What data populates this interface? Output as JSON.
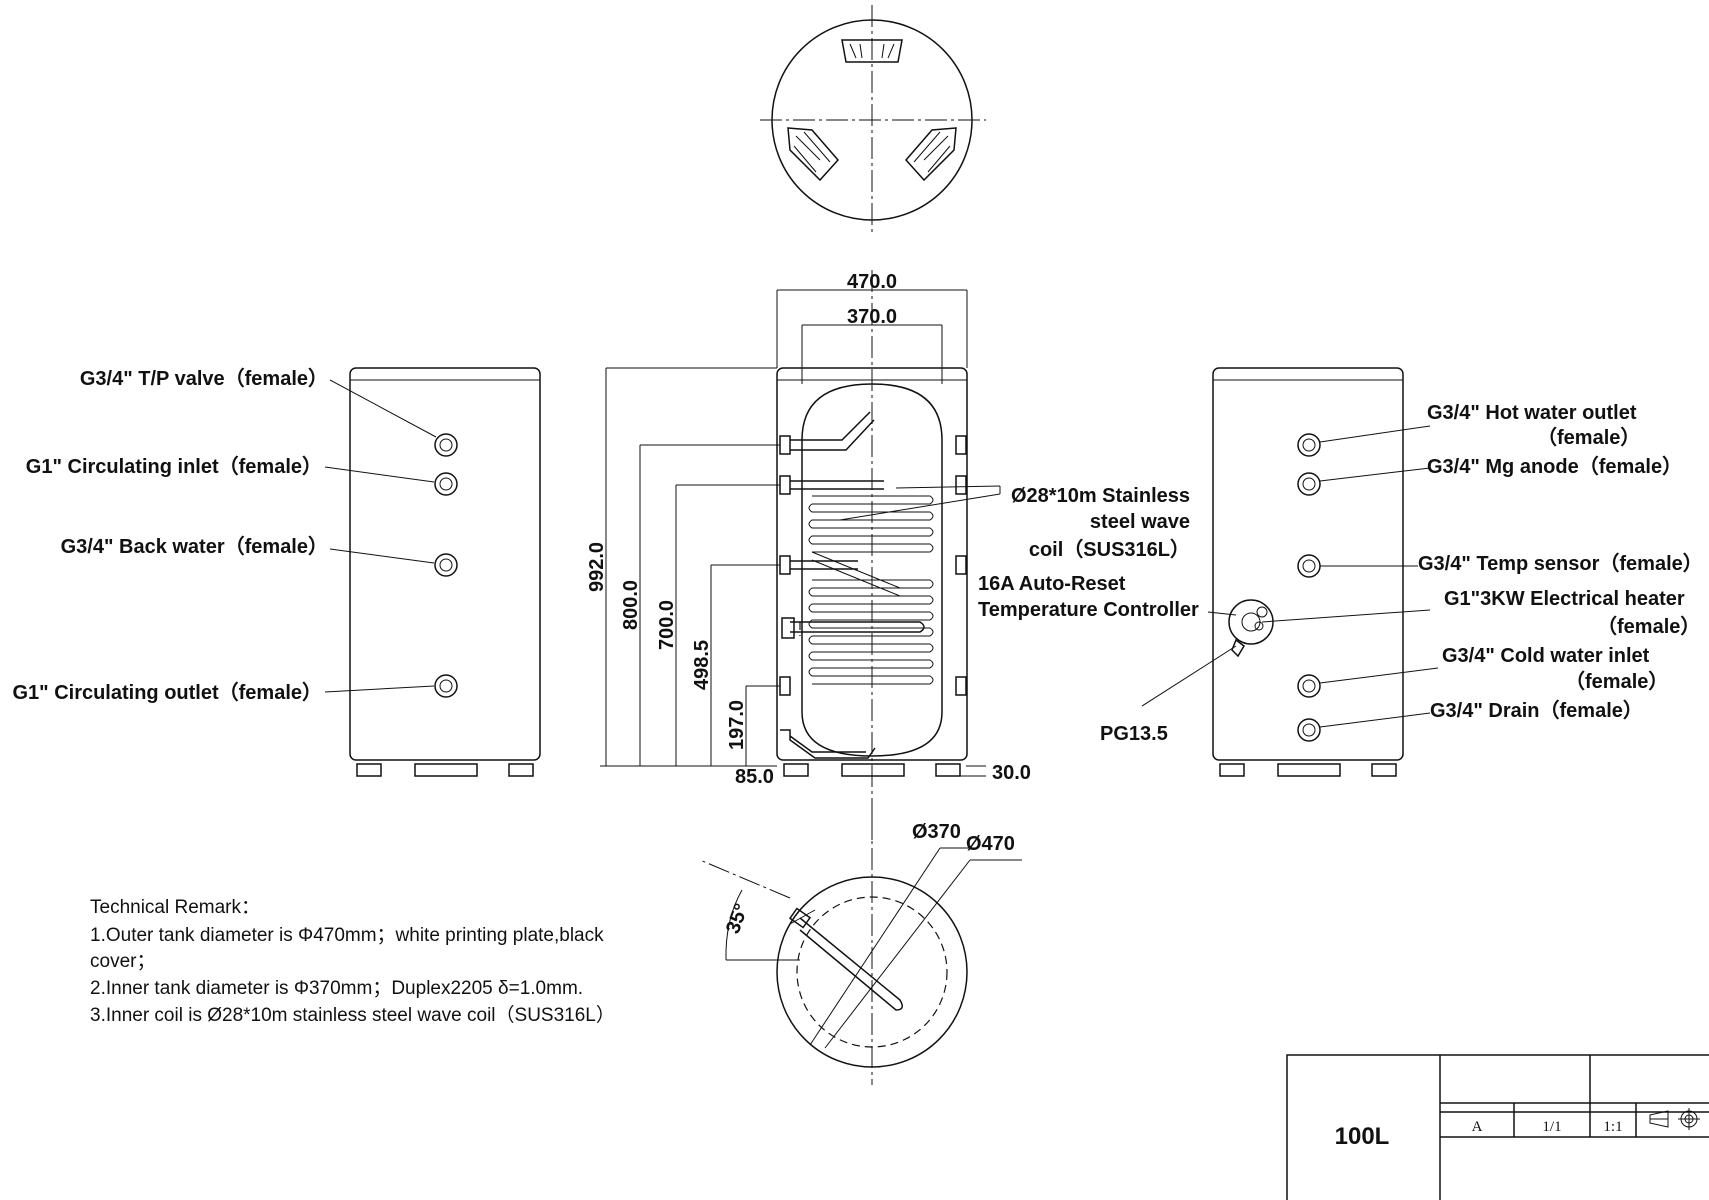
{
  "dimensions": {
    "outer_width": "470.0",
    "inner_width": "370.0",
    "h992": "992.0",
    "h800": "800.0",
    "h700": "700.0",
    "h498": "498.5",
    "h197": "197.0",
    "w85": "85.0",
    "h30": "30.0",
    "d370": "Ø370",
    "d470": "Ø470",
    "angle": "35°"
  },
  "left_labels": {
    "tp_valve": "G3/4\" T/P valve（female）",
    "circ_inlet": "G1\" Circulating inlet（female）",
    "back_water": "G3/4\" Back water（female）",
    "circ_outlet": "G1\" Circulating outlet（female）"
  },
  "center_labels": {
    "coil_1": "Ø28*10m Stainless",
    "coil_2": "steel wave",
    "coil_3": "coil（SUS316L）",
    "ctrl_1": "16A Auto-Reset",
    "ctrl_2": "Temperature Controller",
    "pg": "PG13.5"
  },
  "right_labels": {
    "hot_1": "G3/4\" Hot water outlet",
    "hot_2": "（female）",
    "mg": "G3/4\" Mg anode（female）",
    "temp": "G3/4\" Temp sensor（female）",
    "heater_1": "G1\"3KW Electrical heater",
    "heater_2": "（female）",
    "cold_1": "G3/4\" Cold water inlet",
    "cold_2": "（female）",
    "drain": "G3/4\" Drain（female）"
  },
  "remarks": {
    "title": "Technical Remark：",
    "line1a": "1.Outer tank diameter is Φ470mm；white printing plate,black",
    "line1b": "cover；",
    "line2": "2.Inner tank diameter is Φ370mm；Duplex2205 δ=1.0mm.",
    "line3": "3.Inner coil is Ø28*10m stainless steel wave coil（SUS316L）"
  },
  "title_block": {
    "model": "100L",
    "rev": "A",
    "sheet": "1/1",
    "scale": "1:1",
    "projection_icon": "first-angle-projection-icon"
  }
}
